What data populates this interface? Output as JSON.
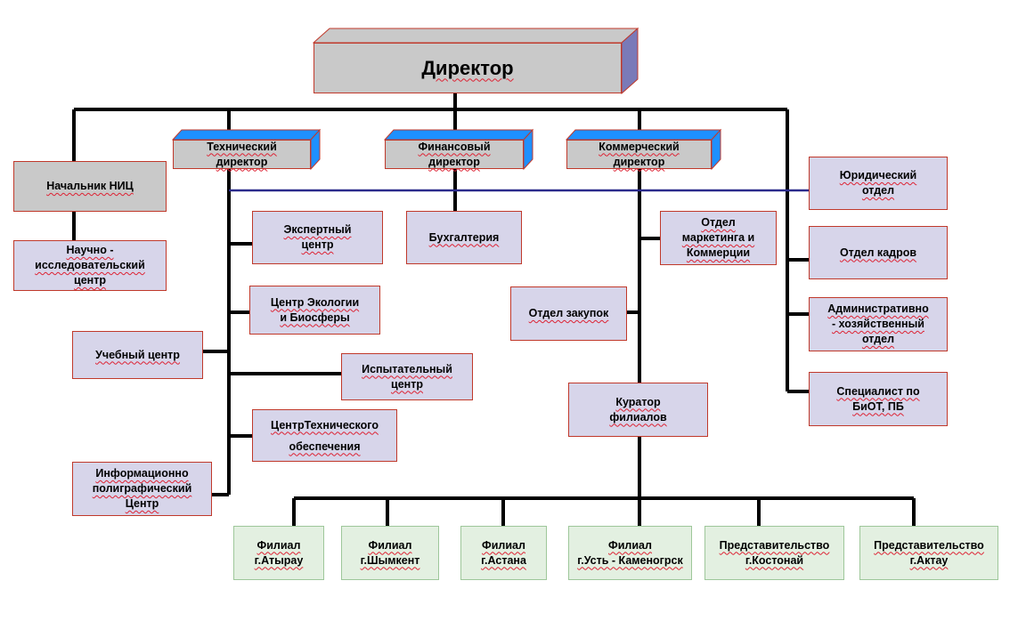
{
  "director": "Директор",
  "deputies": {
    "technical": "Технический\nдиректор",
    "financial": "Финансовый\nдиректор",
    "commercial": "Коммерческий\nдиректор"
  },
  "left": {
    "nic_head": "Начальник НИЦ",
    "research_center": "Научно  -\nисследовательский\nцентр",
    "training_center": "Учебный центр",
    "info_polygraph": "Информационно\nполиграфический\nЦентр"
  },
  "technical_units": {
    "expert": "Экспертный\nцентр",
    "ecology": "Центр Экологии\nи Биосферы",
    "testing": "Испытательный\nцентр",
    "tech_support": "ЦентрТехнического\n\nобеспечения"
  },
  "financial_units": {
    "accounting": "Бухгалтерия"
  },
  "commercial_units": {
    "marketing": "Отдел\nмаркетинга и\nКоммерции",
    "procurement": "Отдел закупок",
    "curator": "Куратор\nфилиалов"
  },
  "right": {
    "legal": "Юридический\nотдел",
    "hr": "Отдел кадров",
    "admin": "Административно\n- хозяйственный\nотдел",
    "safety": "Специалист по\nБиОТ, ПБ"
  },
  "branches": [
    "Филиал\nг.Атырау",
    "Филиал\nг.Шымкент",
    "Филиал\nг.Астана",
    "Филиал\nг.Усть  - Каменогрск",
    "Представительство\nг.Костонай",
    "Представительство\nг.Актау"
  ],
  "colors": {
    "header_fill": "#c9c9c9",
    "header_side": "#7a7ab8",
    "deputy_side": "#1e90ff",
    "unit_fill": "#d7d5ea",
    "branch_fill": "#e3f0e1",
    "box_border": "#c0392b",
    "link_blue": "#2b2b8c",
    "line": "#000000"
  }
}
